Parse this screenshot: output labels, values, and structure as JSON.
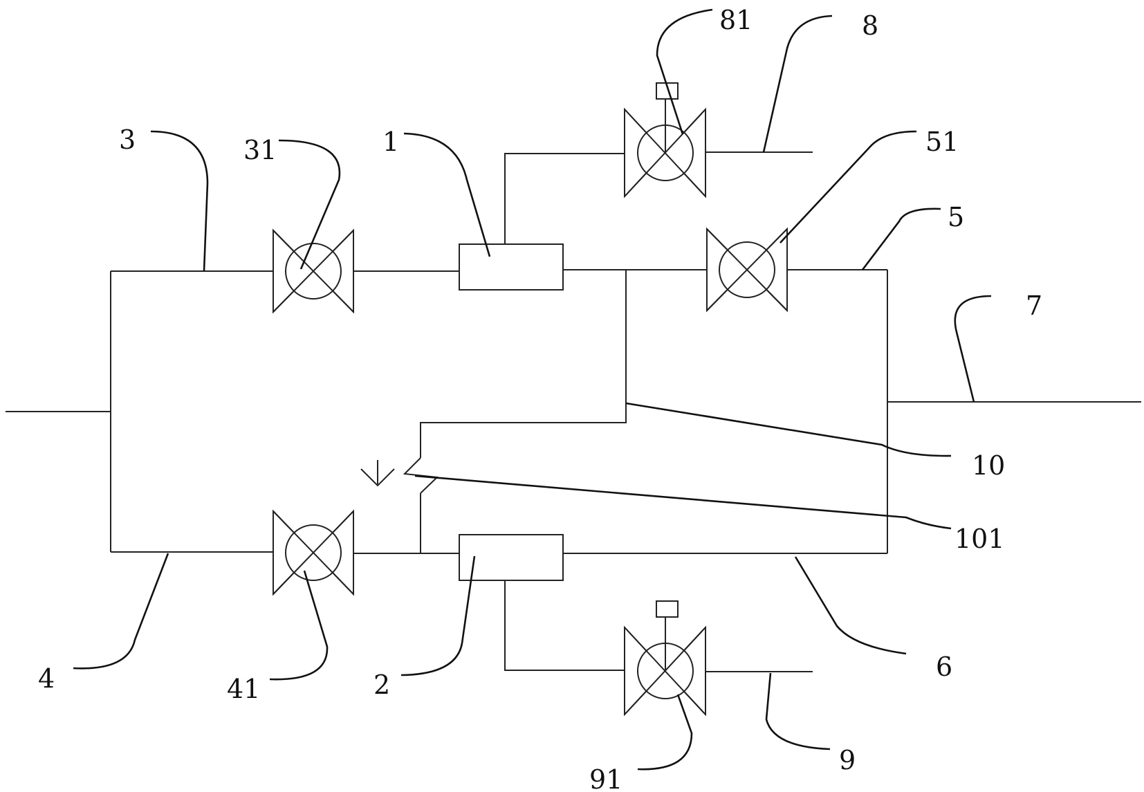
{
  "labels": {
    "n1": "1",
    "n2": "2",
    "n3": "3",
    "n31": "31",
    "n4": "4",
    "n41": "41",
    "n5": "5",
    "n51": "51",
    "n6": "6",
    "n7": "7",
    "n8": "8",
    "n81": "81",
    "n9": "9",
    "n91": "91",
    "n10": "10",
    "n101": "101"
  },
  "components": {
    "valves": [
      "valve-31",
      "valve-41",
      "valve-51",
      "actuated-valve-81",
      "actuated-valve-91"
    ],
    "boxes": [
      "component-1",
      "component-2"
    ],
    "check_valve": "check-valve-101"
  },
  "colors": {
    "line": "#222222",
    "leader": "#111111",
    "background": "#ffffff"
  }
}
